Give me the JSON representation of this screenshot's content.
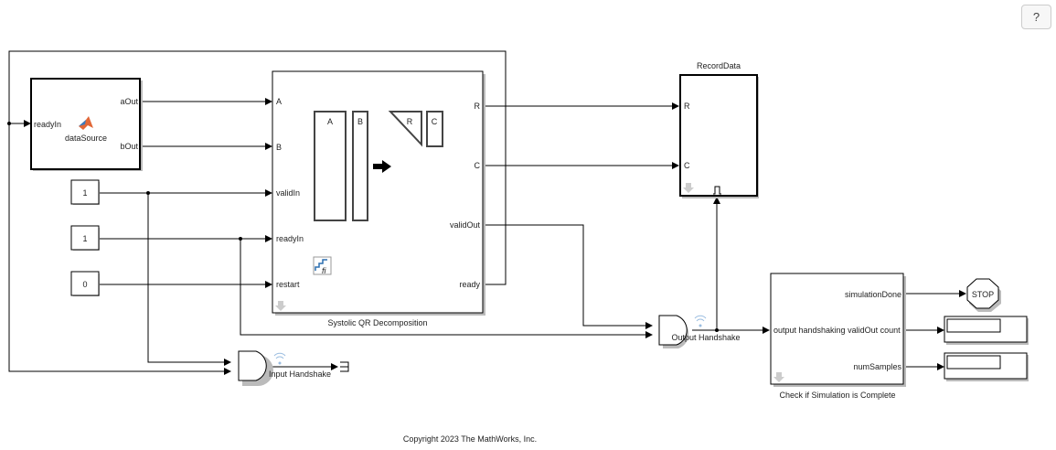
{
  "help_button": {
    "label": "?"
  },
  "blocks": {
    "data_source": {
      "name": "dataSource",
      "in_ports": [
        "readyIn"
      ],
      "out_ports": [
        "aOut",
        "bOut"
      ]
    },
    "const_valid": {
      "value": "1"
    },
    "const_ready": {
      "value": "1"
    },
    "const_restart": {
      "value": "0"
    },
    "qr": {
      "name": "Systolic QR Decomposition",
      "in_ports": [
        "A",
        "B",
        "validIn",
        "readyIn",
        "restart"
      ],
      "out_ports": [
        "R",
        "C",
        "validOut",
        "ready"
      ],
      "icon_labels": {
        "a": "A",
        "b": "B",
        "r": "R",
        "c": "C"
      }
    },
    "record_data": {
      "name": "RecordData",
      "in_ports": [
        "R",
        "C"
      ]
    },
    "input_handshake": {
      "name": "Input Handshake"
    },
    "output_handshake": {
      "name": "Output Handshake"
    },
    "check_sim": {
      "name": "Check if Simulation is Complete",
      "in_ports": [
        "output handshaking validOut count"
      ],
      "out_ports": [
        "simulationDone",
        "numSamples"
      ]
    },
    "stop": {
      "label": "STOP"
    }
  },
  "footer": {
    "copyright": "Copyright 2023 The MathWorks, Inc."
  }
}
